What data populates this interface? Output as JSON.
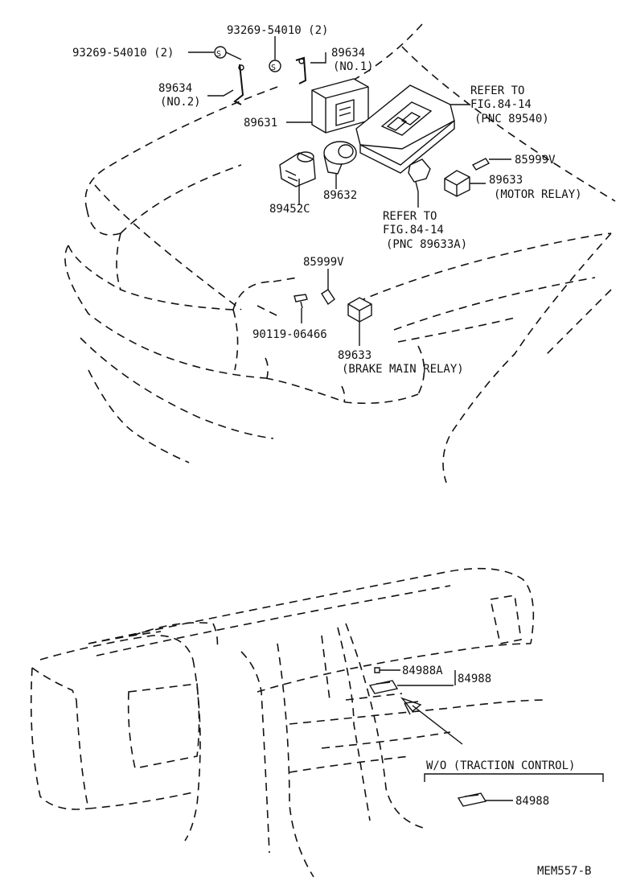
{
  "labels": {
    "bolt_upper": "93269-54010 (2)",
    "bolt_left": "93269-54010 (2)",
    "bracket_no1_num": "89634",
    "bracket_no1_sub": "(NO.1)",
    "bracket_no2_num": "89634",
    "bracket_no2_sub": "(NO.2)",
    "ecu": "89631",
    "connector": "89452C",
    "sensor": "89632",
    "refer_top_1": "REFER TO",
    "refer_top_2": "FIG.84-14",
    "refer_top_3": "(PNC 89540)",
    "fuse_right": "85999V",
    "motor_relay_num": "89633",
    "motor_relay_sub": "(MOTOR RELAY)",
    "refer_mid_1": "REFER TO",
    "refer_mid_2": "FIG.84-14",
    "refer_mid_3": "(PNC 89633A)",
    "fuse_center": "85999V",
    "screw": "90119-06466",
    "brake_relay_num": "89633",
    "brake_relay_sub": "(BRAKE MAIN RELAY)",
    "switch_bulb": "84988A",
    "switch": "84988",
    "wo_header": "W/O (TRACTION CONTROL)",
    "switch_wo": "84988",
    "drawing_code": "MEM557-B"
  },
  "parts": {
    "bolt_upper_symbol": "bolt-icon",
    "bolt_left_symbol": "bolt-icon"
  }
}
